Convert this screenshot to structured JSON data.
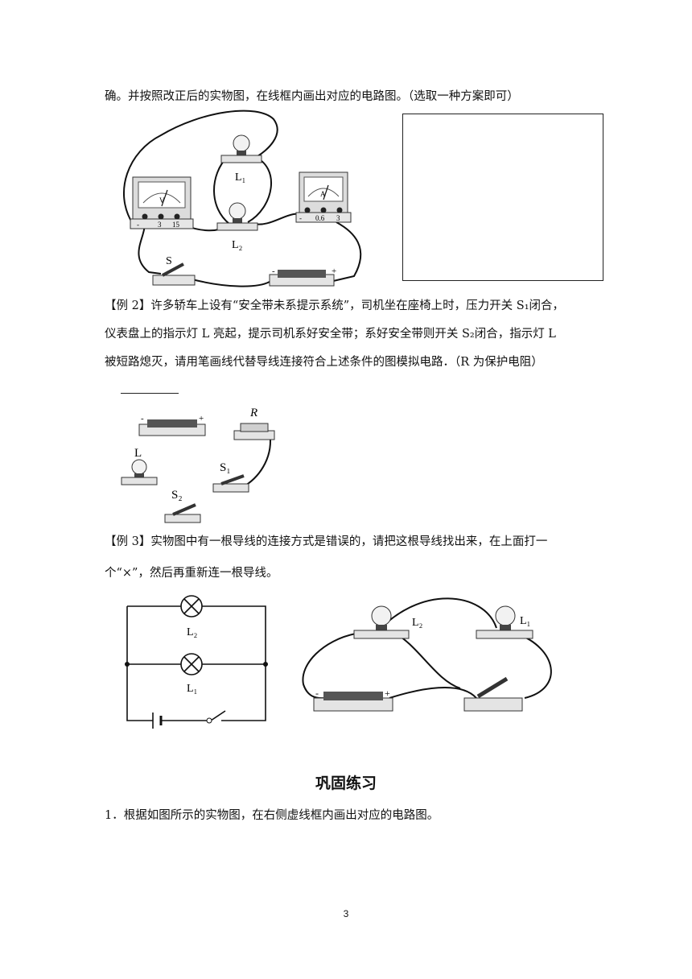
{
  "page": {
    "line1": "确。并按照改正后的实物图，在线框内画出对应的电路图。（选取一种方案即可）",
    "example2": {
      "line1": "【例 2】许多轿车上设有“安全带未系提示系统”，司机坐在座椅上时，压力开关 S₁闭合，",
      "line2": "仪表盘上的指示灯 L 亮起，提示司机系好安全带；系好安全带则开关 S₂闭合，指示灯 L",
      "line3": "被短路熄灭，请用笔画线代替导线连接符合上述条件的图模拟电路．（R 为保护电阻）"
    },
    "example3": {
      "line1": "【例 3】实物图中有一根导线的连接方式是错误的，请把这根导线找出来，在上面打一",
      "line2": "个“×”，然后再重新连一根导线。"
    },
    "section_title": "巩固练习",
    "exercise1": "1．根据如图所示的实物图，在右侧虚线框内画出对应的电路图。",
    "page_number": "3"
  },
  "figure1": {
    "voltmeter": {
      "symbol": "V",
      "terminals": [
        "-",
        "3",
        "15"
      ]
    },
    "ammeter": {
      "symbol": "A",
      "terminals": [
        "-",
        "0.6",
        "3"
      ]
    },
    "lamp_top": "L₁",
    "lamp_bottom": "L₂",
    "switch": "S",
    "battery_minus": "-",
    "battery_plus": "+"
  },
  "figure2": {
    "resistor": "R",
    "lamp": "L",
    "switch1": "S₁",
    "switch2": "S₂",
    "battery_minus": "-",
    "battery_plus": "+"
  },
  "figure3": {
    "circuit_l2": "L₂",
    "circuit_l1": "L₁",
    "real_l2": "L₂",
    "real_l1": "L₁",
    "battery_minus": "-",
    "battery_plus": "+"
  }
}
